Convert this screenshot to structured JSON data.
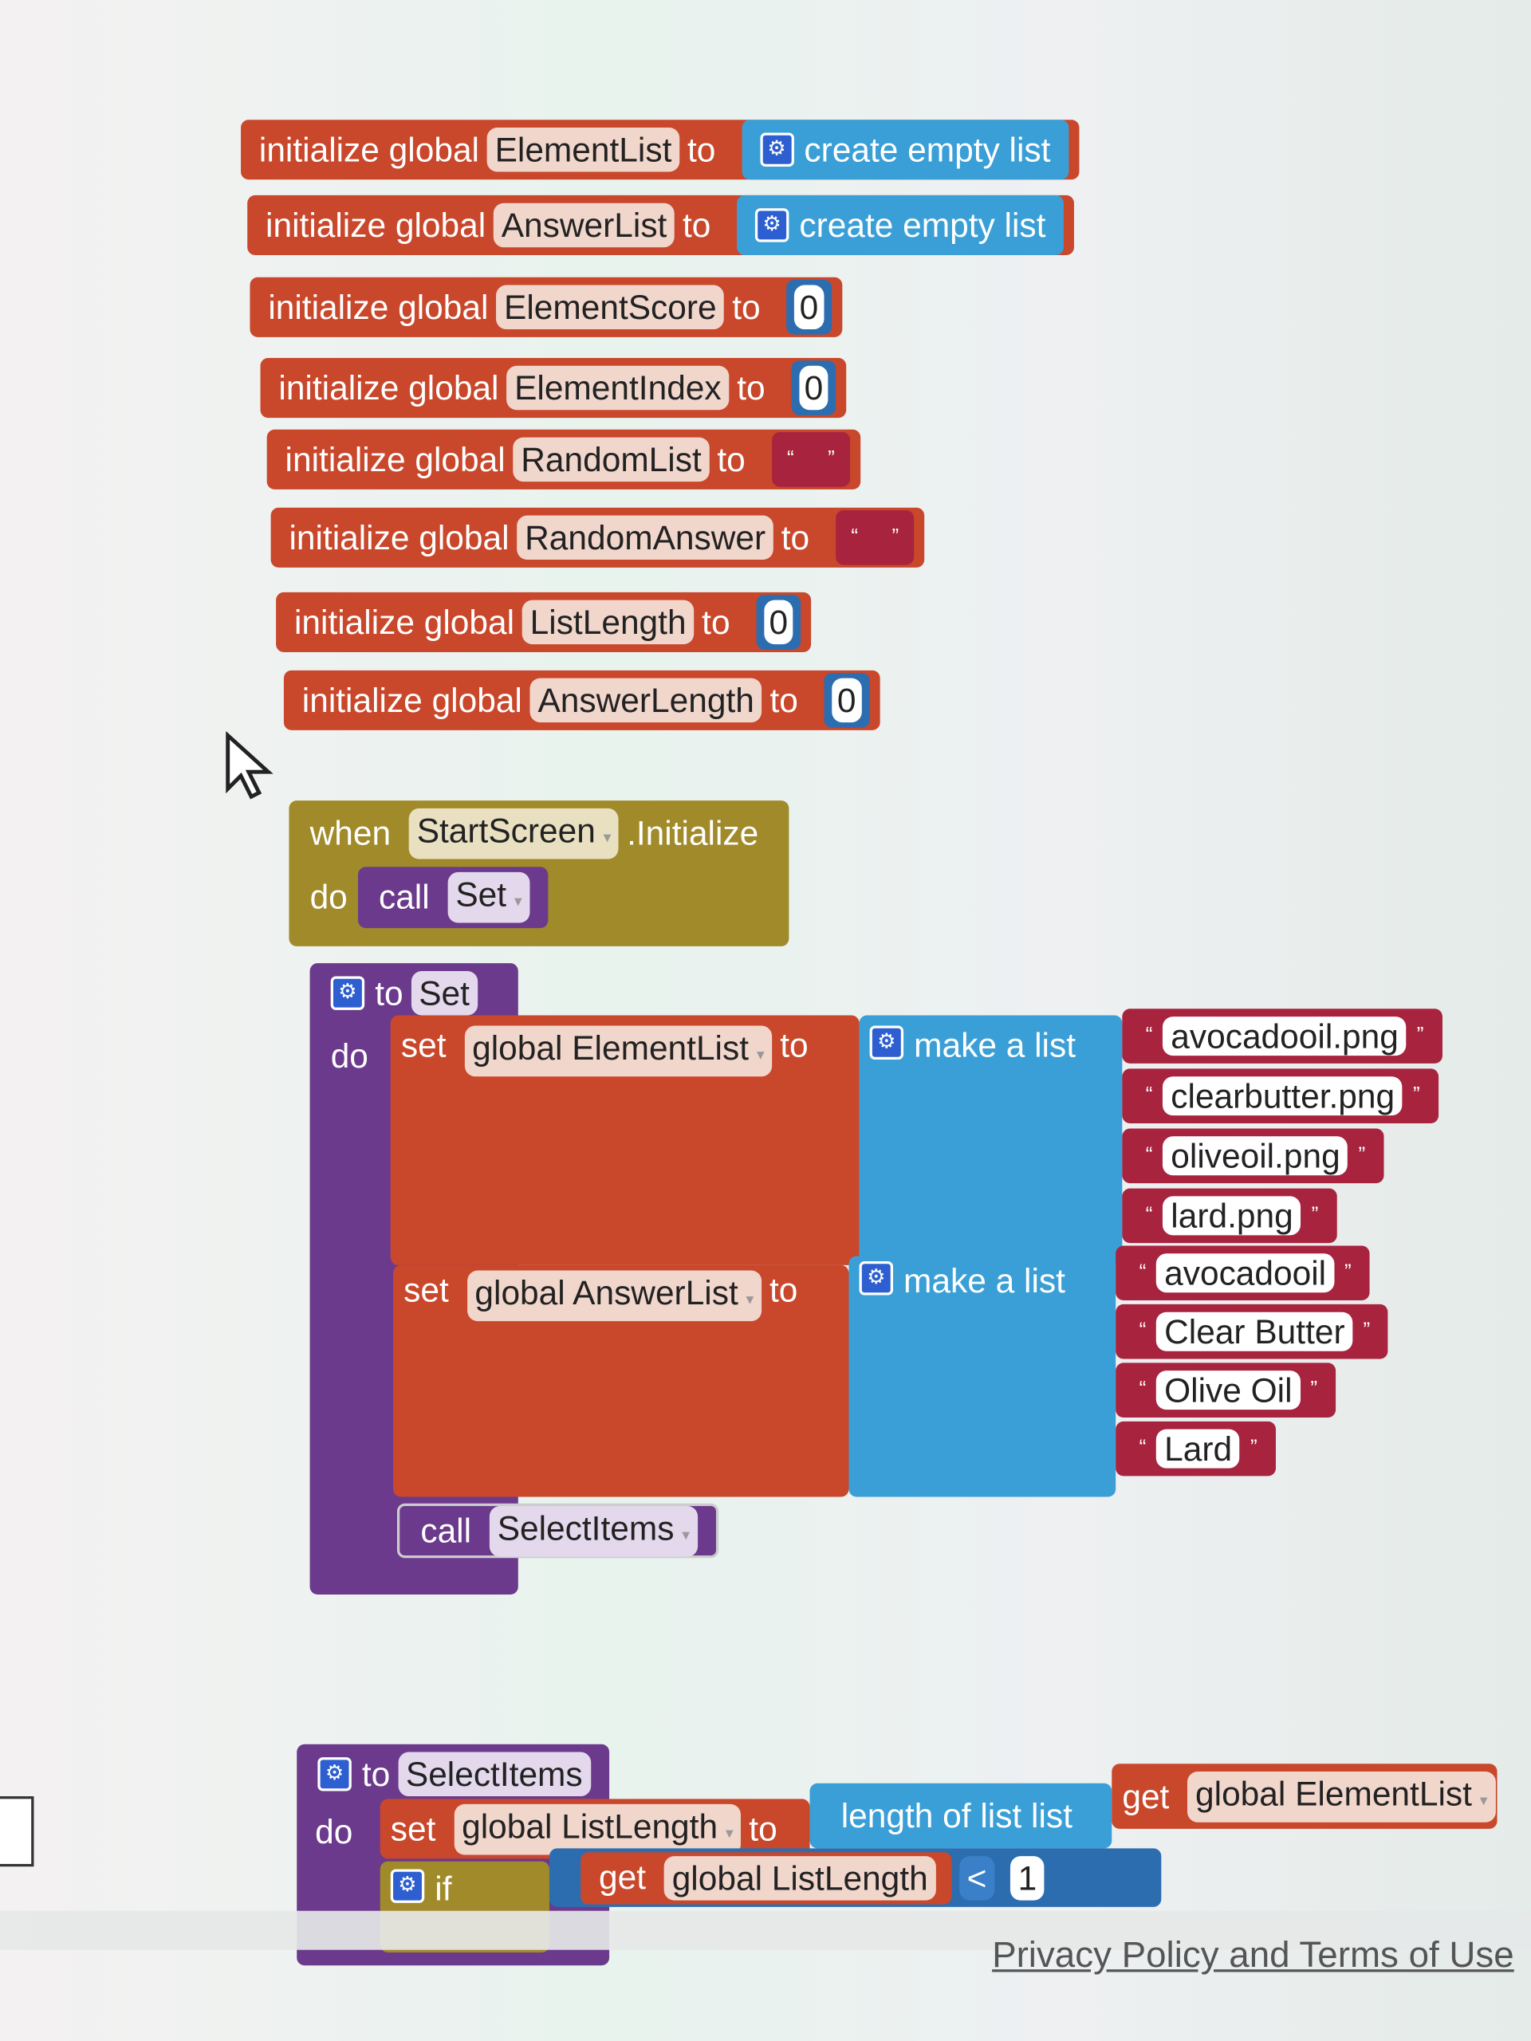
{
  "init_keyword": "initialize global",
  "to_keyword": "to",
  "create_empty_list": "create empty list",
  "globals": [
    {
      "name": "ElementList",
      "value_type": "empty-list"
    },
    {
      "name": "AnswerList",
      "value_type": "empty-list"
    },
    {
      "name": "ElementScore",
      "value_type": "number",
      "value": "0"
    },
    {
      "name": "ElementIndex",
      "value_type": "number",
      "value": "0"
    },
    {
      "name": "RandomList",
      "value_type": "text",
      "value": ""
    },
    {
      "name": "RandomAnswer",
      "value_type": "text",
      "value": ""
    },
    {
      "name": "ListLength",
      "value_type": "number",
      "value": "0"
    },
    {
      "name": "AnswerLength",
      "value_type": "number",
      "value": "0"
    }
  ],
  "event": {
    "when": "when",
    "component": "StartScreen",
    "event": ".Initialize",
    "do": "do",
    "call": "call",
    "proc": "Set"
  },
  "proc_set": {
    "to": "to",
    "name": "Set",
    "do": "do",
    "set": "set",
    "to_kw": "to",
    "make_a_list": "make a list",
    "var1": "global ElementList",
    "items1": [
      "avocadooil.png",
      "clearbutter.png",
      "oliveoil.png",
      "lard.png"
    ],
    "var2": "global AnswerList",
    "items2": [
      "avocadooil",
      "Clear Butter",
      "Olive Oil",
      "Lard"
    ],
    "call": "call",
    "call_proc": "SelectItems"
  },
  "proc_select": {
    "to": "to",
    "name": "SelectItems",
    "do": "do",
    "set": "set",
    "var": "global ListLength",
    "to_kw": "to",
    "length_of_list": "length of list  list",
    "get": "get",
    "get_var": "global ElementList",
    "if": "if",
    "if_get": "get",
    "if_var": "global ListLength",
    "op": "<",
    "num": "1"
  },
  "footer": {
    "privacy": "Privacy Policy and Terms of Use"
  },
  "colors": {
    "variable": "#c9472b",
    "list": "#3a9fd6",
    "text": "#a8233e",
    "math": "#2c6db0",
    "procedure": "#6b3a8c",
    "control": "#a08a2a"
  }
}
